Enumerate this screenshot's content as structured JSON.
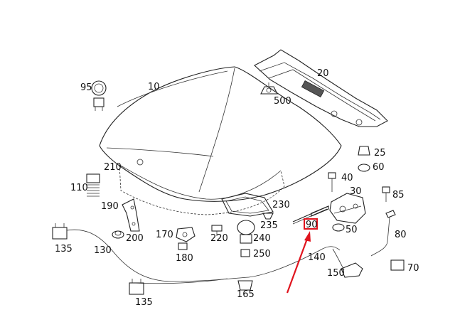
{
  "labels": {
    "l10": "10",
    "l20": "20",
    "l25": "25",
    "l30": "30",
    "l40": "40",
    "l50": "50",
    "l60": "60",
    "l70": "70",
    "l80": "80",
    "l85": "85",
    "l90": "90",
    "l95": "95",
    "l110": "110",
    "l130": "130",
    "l135a": "135",
    "l135b": "135",
    "l140": "140",
    "l150": "150",
    "l165": "165",
    "l170": "170",
    "l180": "180",
    "l190": "190",
    "l200": "200",
    "l210": "210",
    "l220": "220",
    "l230": "230",
    "l235": "235",
    "l240": "240",
    "l250": "250",
    "l500": "500"
  },
  "colors": {
    "line": "#222222",
    "highlight": "#e0141e",
    "background": "#ffffff"
  }
}
